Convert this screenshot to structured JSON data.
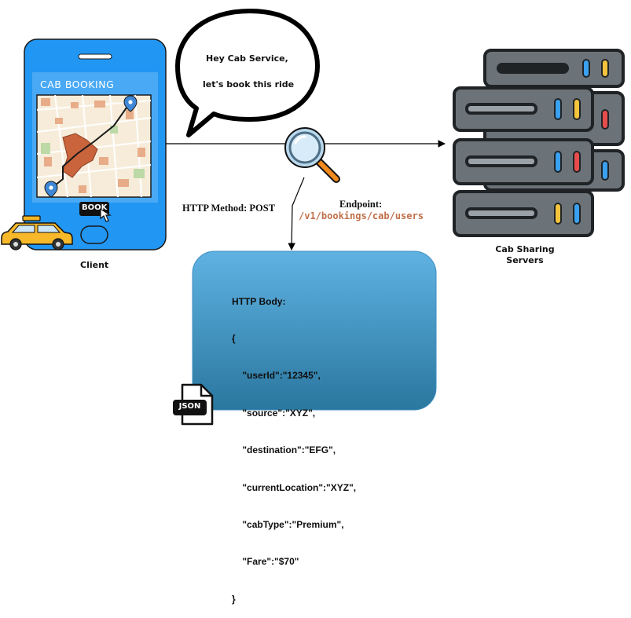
{
  "phone": {
    "app_title": "CAB BOOKING",
    "book_button": "BOOK",
    "caption": "Client"
  },
  "speech_bubble": {
    "line1": "Hey Cab Service,",
    "line2": "let's book this ride"
  },
  "request": {
    "method_label": "HTTP Method: POST",
    "endpoint_label": "Endpoint:",
    "endpoint_path": "/v1/bookings/cab/users"
  },
  "servers": {
    "caption_line1": "Cab Sharing",
    "caption_line2": "Servers"
  },
  "http_body": {
    "title": "HTTP Body:",
    "lines": [
      "{",
      "    \"userId\":\"12345\",",
      "    \"source\":\"XYZ\",",
      "    \"destination\":\"EFG\",",
      "    \"currentLocation\":\"XYZ\",",
      "    \"cabType\":\"Premium\",",
      "    \"Fare\":\"$70\"",
      "}"
    ],
    "file_badge": "JSON"
  },
  "colors": {
    "phone_blue": "#2196f3",
    "endpoint_color": "#c0704a",
    "body_gradient_top": "#5aaede",
    "body_gradient_bottom": "#2c7aa6",
    "server_gray": "#6b7379",
    "server_dark": "#1f2326"
  },
  "icons": [
    "map-icon",
    "location-pin-icon",
    "hand-cursor-icon",
    "taxi-icon",
    "magnifier-icon",
    "server-rack-icon",
    "json-file-icon"
  ]
}
